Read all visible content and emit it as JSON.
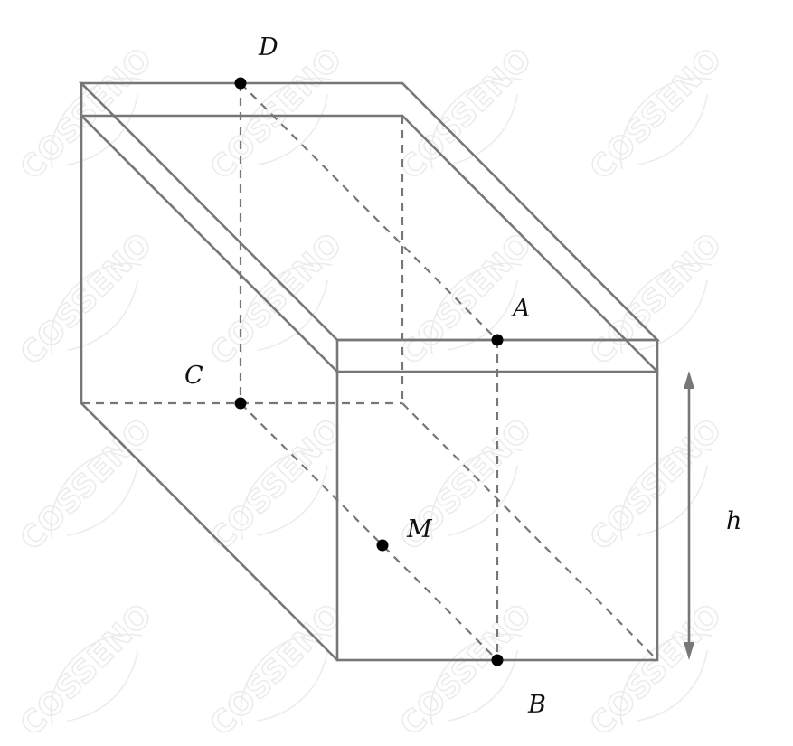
{
  "watermark": {
    "text": "COSSENO",
    "color": "#ececec"
  },
  "points": {
    "A": {
      "label": "A"
    },
    "B": {
      "label": "B"
    },
    "C": {
      "label": "C"
    },
    "D": {
      "label": "D"
    },
    "M": {
      "label": "M"
    }
  },
  "dimension": {
    "label": "h"
  },
  "colors": {
    "edge": "#777777",
    "point": "#000000",
    "label": "#111111"
  }
}
